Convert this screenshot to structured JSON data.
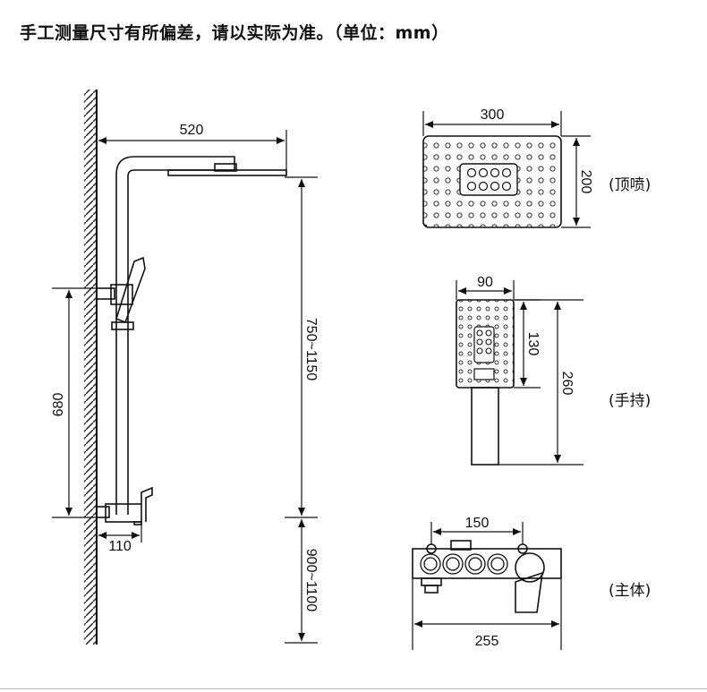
{
  "header": {
    "note": "手工测量尺寸有所偏差，请以实际为准。（单位：mm）"
  },
  "dimensions": {
    "overhead_arm_length": "520",
    "slide_bar_height": "680",
    "adjustable_height": "750~1150",
    "mount_height": "900~1100",
    "wall_offset": "110",
    "top_width": "300",
    "top_depth": "200",
    "hand_width": "90",
    "hand_head_length": "130",
    "hand_total_length": "260",
    "body_spacing": "150",
    "body_width": "255"
  },
  "labels": {
    "top_shower": "(顶喷)",
    "hand_shower": "(手持)",
    "main_body": "(主体)"
  }
}
